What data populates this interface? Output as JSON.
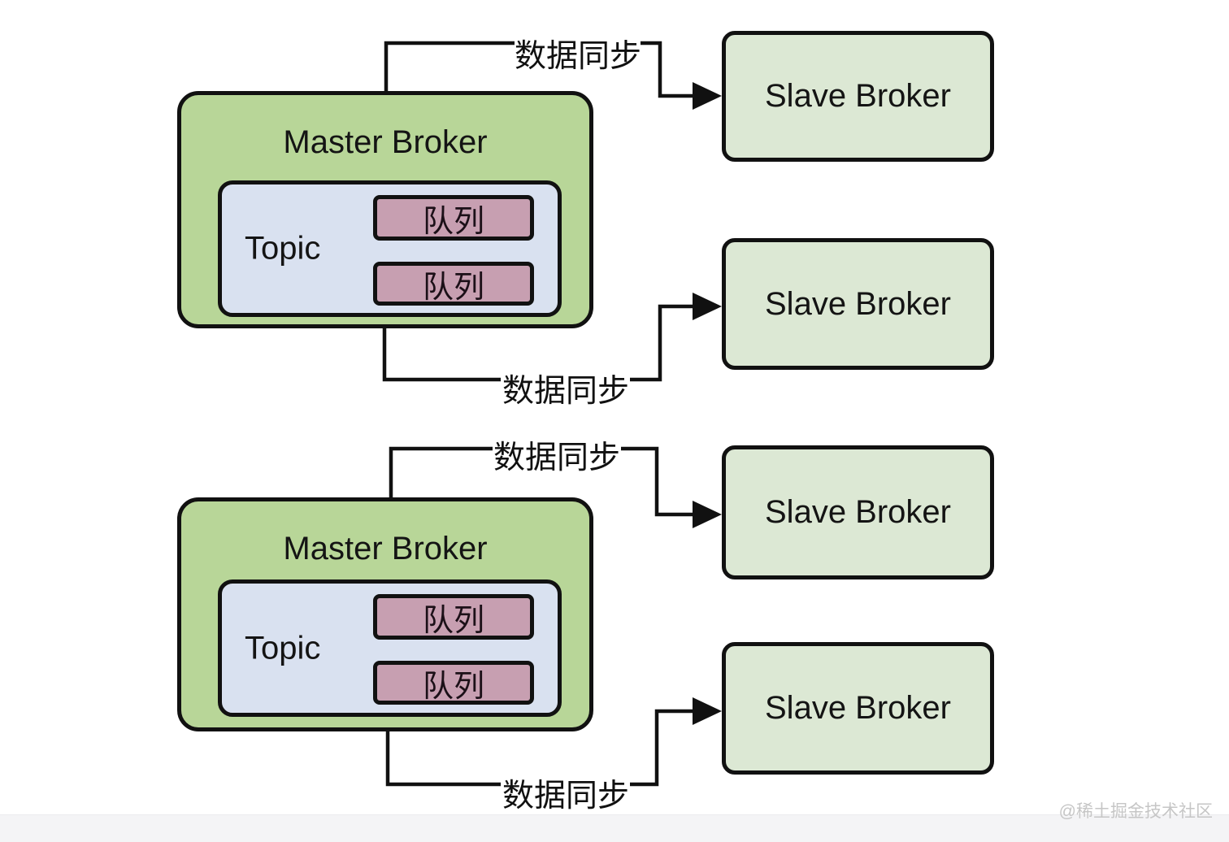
{
  "diagram": {
    "masters": [
      {
        "title": "Master Broker",
        "topic_label": "Topic",
        "queues": [
          "队列",
          "队列"
        ]
      },
      {
        "title": "Master Broker",
        "topic_label": "Topic",
        "queues": [
          "队列",
          "队列"
        ]
      }
    ],
    "slaves": [
      {
        "label": "Slave Broker"
      },
      {
        "label": "Slave Broker"
      },
      {
        "label": "Slave Broker"
      },
      {
        "label": "Slave Broker"
      }
    ],
    "sync_labels": [
      "数据同步",
      "数据同步",
      "数据同步",
      "数据同步"
    ],
    "colors": {
      "master_fill": "#b8d698",
      "slave_fill": "#dce8d4",
      "topic_fill": "#d9e1f0",
      "queue_fill": "#c79fb1",
      "line": "#111111",
      "watermark_text": "#c6c6c6"
    },
    "watermark": "@稀土掘金技术社区"
  }
}
